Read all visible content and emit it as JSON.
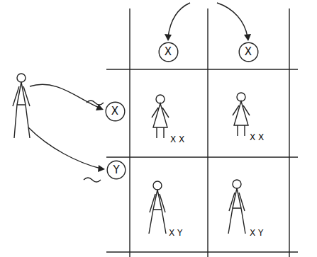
{
  "diagram": {
    "nodes": [
      {
        "text": [
          "X"
        ]
      },
      {
        "text": [
          "X"
        ]
      },
      {
        "text": [
          "X"
        ]
      },
      {
        "text": [
          "Y"
        ]
      }
    ],
    "edges": [],
    "labels": [
      "X X",
      "X X",
      "X Y",
      "X Y"
    ]
  }
}
